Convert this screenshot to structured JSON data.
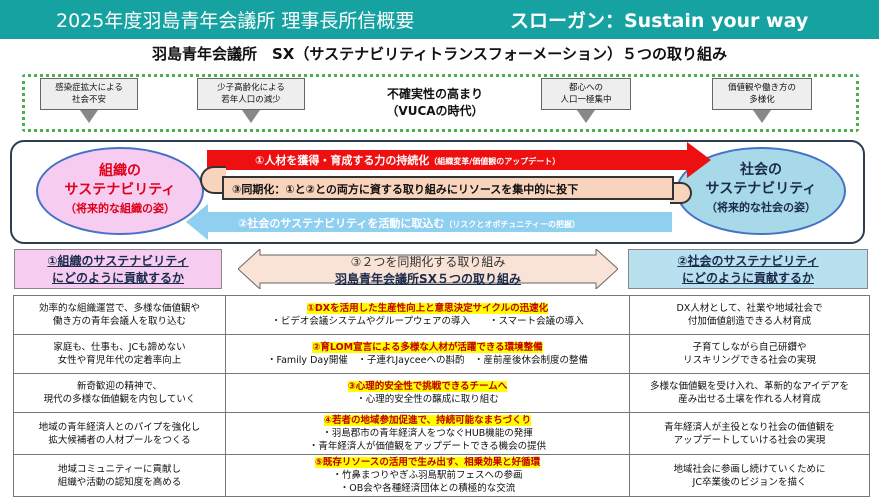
{
  "title": {
    "left": "2025年度羽島青年会議所 理事長所信概要",
    "right": "スローガン：Sustain your way"
  },
  "subtitle": "羽島青年会議所　SX（サステナビリティトランスフォーメーション）５つの取り組み",
  "context": {
    "factors": [
      "感染症拡大による\n社会不安",
      "少子高齢化による\n若年人口の減少",
      "都心への\n人口一極集中",
      "価値観や働き方の\n多様化"
    ],
    "center_line1": "不確実性の高まり",
    "center_line2": "（VUCAの時代）"
  },
  "left_ellipse": {
    "line1": "組織の",
    "line2": "サステナビリティ",
    "line3": "（将来的な組織の姿）"
  },
  "right_ellipse": {
    "line1": "社会の",
    "line2": "サステナビリティ",
    "line3": "（将来的な社会の姿）"
  },
  "arrows": {
    "red_main": "①人材を獲得・育成する力の持続化",
    "red_note": "（組織変革/価値観のアップデート）",
    "loop": "③同期化：①と②との両方に資する取り組みにリソースを集中的に投下",
    "blue_main": "②社会のサステナビリティを活動に取込む",
    "blue_note": "（リスクとオポチュニティーの把握）"
  },
  "headers": {
    "left_line1": "①組織のサステナビリティ",
    "left_line2": "にどのように貢献するか",
    "mid_line1": "③２つを同期化する取り組み",
    "mid_line2": "羽島青年会議所SX５つの取り組み",
    "right_line1": "②社会のサステナビリティ",
    "right_line2": "にどのように貢献するか"
  },
  "rows": [
    {
      "left": "効率的な組織運営で、多様な価値観や\n働き方の青年会議人を取り込む",
      "mid_title": "①DXを活用した生産性向上と意思決定サイクルの迅速化",
      "mid_sub": "・ビデオ会議システムやグループウェアの導入　　・スマート会議の導入",
      "right": "DX人材として、社業や地域社会で\n付加価値創造できる人材育成"
    },
    {
      "left": "家庭も、仕事も、JCも諦めない\n女性や育児年代の定着率向上",
      "mid_title": "②育LOM宣言による多様な人材が活躍できる環境整備",
      "mid_sub": "・Family Day開催　・子連れJayceeへの斟酌　・産前産後休会制度の整備",
      "right": "子育てしながら自己研鑽や\nリスキリングできる社会の実現"
    },
    {
      "left": "新奇歓迎の精神で、\n現代の多様な価値観を内包していく",
      "mid_title": "③心理的安全性で挑戦できるチームへ",
      "mid_sub": "・心理的安全性の醸成に取り組む",
      "right": "多様な価値観を受け入れ、革新的なアイデアを\n産み出せる土壌を作れる人材育成"
    },
    {
      "left": "地域の青年経済人とのパイプを強化し\n拡大候補者の人材プールをつくる",
      "mid_title": "④若者の地域参加促進で、持続可能なまちづくり",
      "mid_sub": "・羽島郡市の青年経済人をつなぐHUB機能の発揮\n・青年経済人が価値観をアップデートできる機会の提供",
      "right": "青年経済人が主役となり社会の価値観を\nアップデートしていける社会の実現"
    },
    {
      "left": "地域コミュニティーに貢献し\n組織や活動の認知度を高める",
      "mid_title": "⑤既存リソースの活用で生み出す、相乗効果と好循環",
      "mid_sub": "・竹鼻まつりやぎふ羽島駅前フェスへの参画\n・OB会や各種経済団体との積極的な交流",
      "right": "地域社会に参画し続けていくために\nJC卒業後のビジョンを描く"
    }
  ],
  "colors": {
    "title_bar": "#17a2a2",
    "green_dotted": "#4caf50",
    "red_arrow": "#ee1010",
    "blue_arrow": "#8fcff0",
    "pink": "#f6cdf0",
    "light_blue": "#a8d9e9",
    "highlight": "#ffff00"
  }
}
